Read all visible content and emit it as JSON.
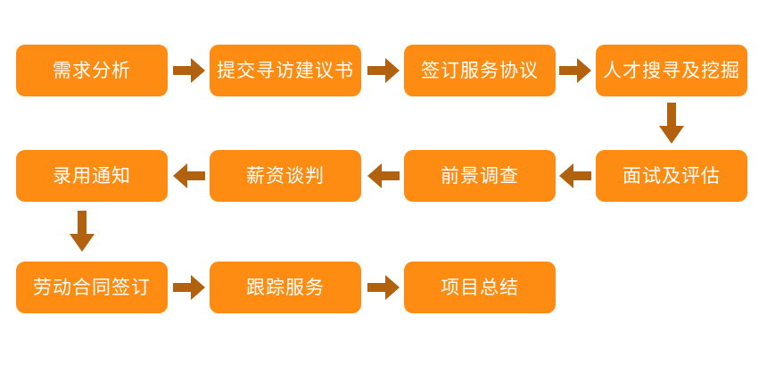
{
  "colors": {
    "box_fill": "#FF8C12",
    "arrow_fill": "#B2620E",
    "text": "#FFFFFF",
    "background": "#FFFFFF"
  },
  "flow": {
    "steps": [
      {
        "label": "需求分析"
      },
      {
        "label": "提交寻访建议书"
      },
      {
        "label": "签订服务协议"
      },
      {
        "label": "人才搜寻及挖掘"
      },
      {
        "label": "面试及评估"
      },
      {
        "label": "前景调查"
      },
      {
        "label": "薪资谈判"
      },
      {
        "label": "录用通知"
      },
      {
        "label": "劳动合同签订"
      },
      {
        "label": "跟踪服务"
      },
      {
        "label": "项目总结"
      }
    ]
  }
}
